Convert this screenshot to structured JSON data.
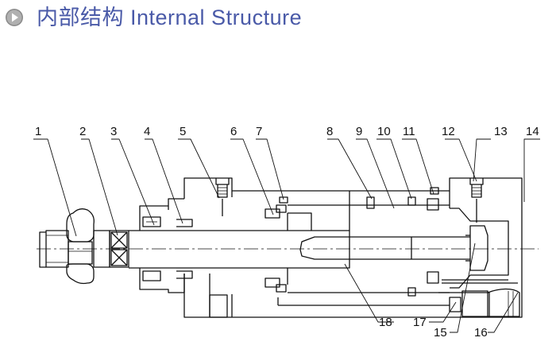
{
  "header": {
    "title": "内部结构 Internal Structure",
    "bullet_icon": "play-circle-icon",
    "title_color": "#4a5aa8"
  },
  "diagram": {
    "labels": [
      "1",
      "2",
      "3",
      "4",
      "5",
      "6",
      "7",
      "8",
      "9",
      "10",
      "11",
      "12",
      "13",
      "14",
      "15",
      "16",
      "17",
      "18"
    ]
  }
}
